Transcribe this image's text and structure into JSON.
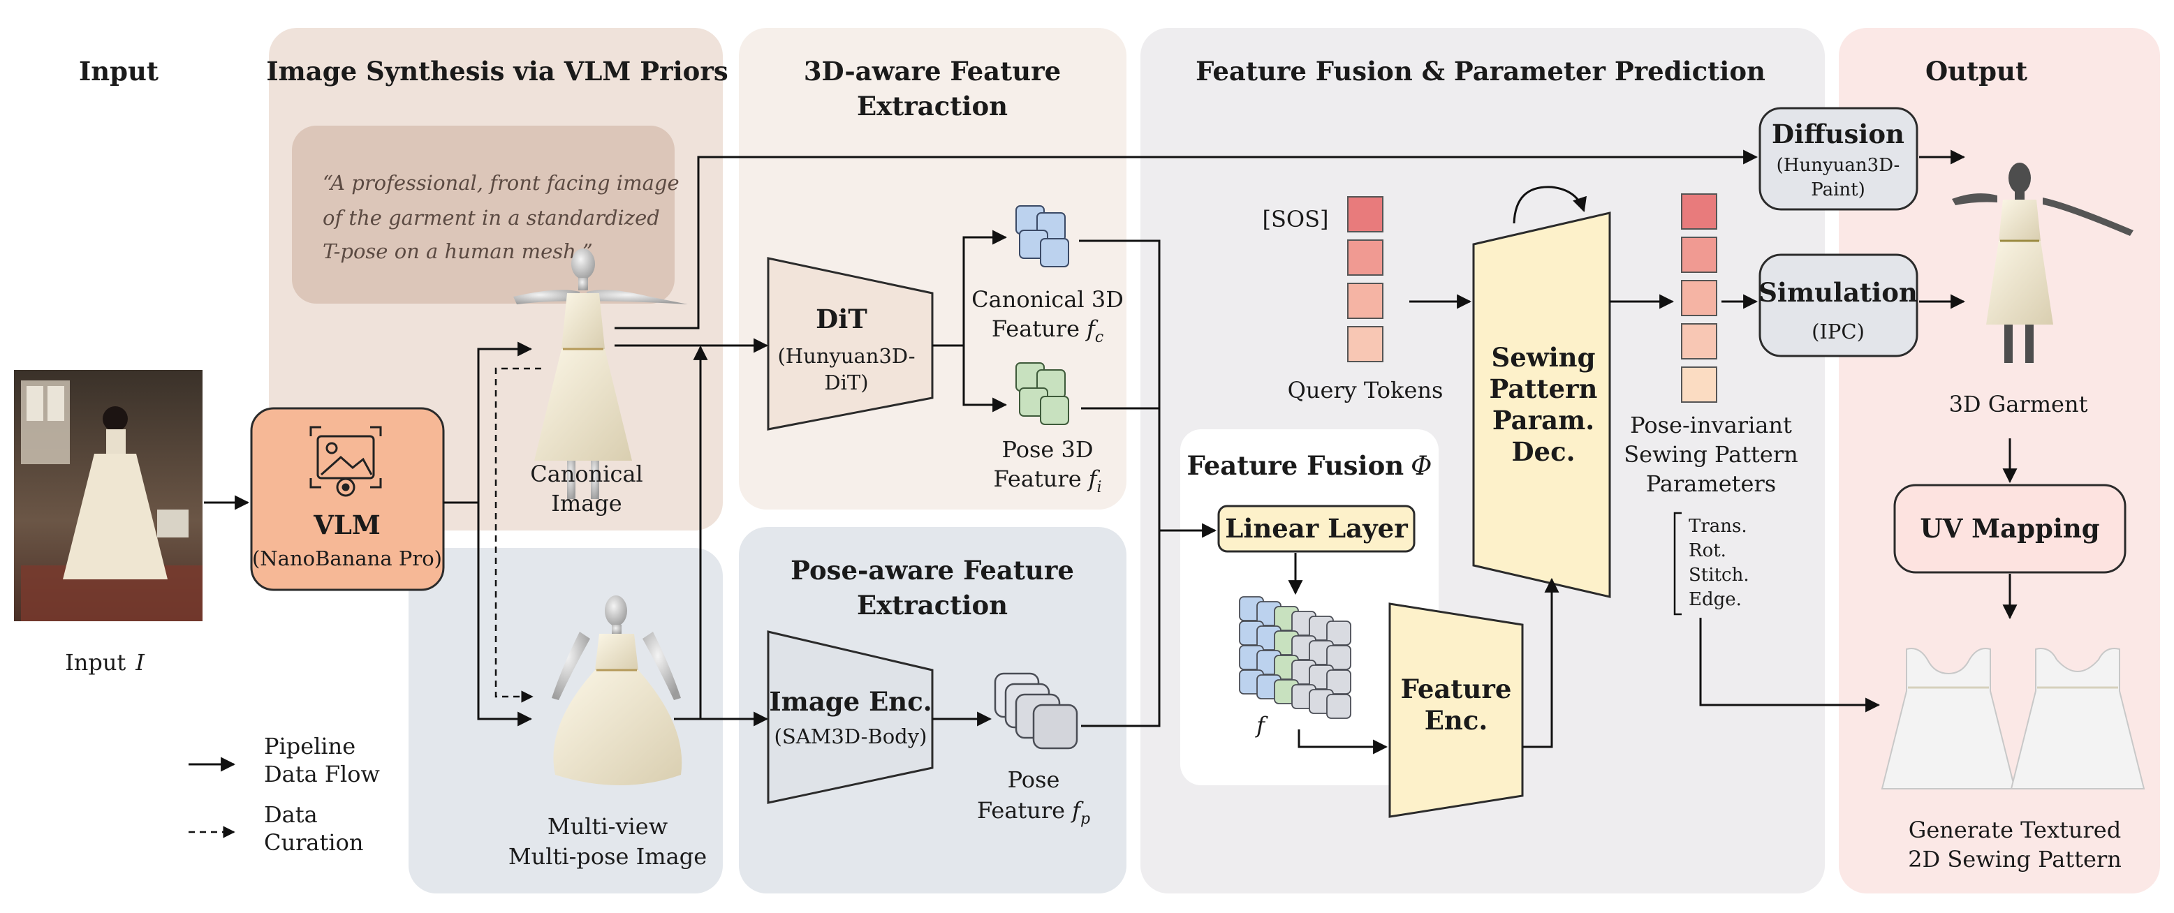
{
  "columns": {
    "input": "Input",
    "synthesis": "Image Synthesis via VLM Priors",
    "feat3d_line1": "3D-aware Feature",
    "feat3d_line2": "Extraction",
    "fusion": "Feature Fusion & Parameter Prediction",
    "output": "Output"
  },
  "prompt_lines": [
    "“A professional, front facing image",
    "of the garment in a standardized",
    "T-pose on a human mesh.”"
  ],
  "input_label": "Input",
  "input_var": "I",
  "vlm": {
    "title": "VLM",
    "subtitle": "(NanoBanana Pro)"
  },
  "canonical_image": {
    "line1": "Canonical",
    "line2": "Image"
  },
  "multiview_image": {
    "line1": "Multi-view",
    "line2": "Multi-pose Image"
  },
  "dit": {
    "title": "DiT",
    "sub1": "(Hunyuan3D-",
    "sub2": "DiT)"
  },
  "canonical_feature": {
    "line1": "Canonical 3D",
    "line2": "Feature",
    "var": "f",
    "sub": "c"
  },
  "pose3d_feature": {
    "line1": "Pose 3D",
    "line2": "Feature",
    "var": "f",
    "sub": "i"
  },
  "pose_aware": {
    "line1": "Pose-aware Feature",
    "line2": "Extraction"
  },
  "image_enc": {
    "title": "Image Enc.",
    "subtitle": "(SAM3D-Body)"
  },
  "pose_feature": {
    "line1": "Pose",
    "line2": "Feature",
    "var": "f",
    "sub": "p"
  },
  "sos_label": "[SOS]",
  "query_tokens": "Query Tokens",
  "feature_fusion": {
    "title": "Feature Fusion",
    "symbol": "Φ"
  },
  "linear_layer": "Linear Layer",
  "f_label": "f",
  "feature_enc": {
    "line1": "Feature",
    "line2": "Enc."
  },
  "decoder": {
    "line1": "Sewing",
    "line2": "Pattern",
    "line3": "Param.",
    "line4": "Dec."
  },
  "sewing_params": {
    "line1": "Pose-invariant",
    "line2": "Sewing Pattern",
    "line3": "Parameters"
  },
  "param_list": [
    "Trans.",
    "Rot.",
    "Stitch.",
    "Edge."
  ],
  "diffusion": {
    "title": "Diffusion",
    "sub1": "(Hunyuan3D-",
    "sub2": "Paint)"
  },
  "simulation": {
    "title": "Simulation",
    "sub": "(IPC)"
  },
  "garment_3d": "3D Garment",
  "uv_mapping": "UV Mapping",
  "textured_pattern": {
    "line1": "Generate Textured",
    "line2": "2D Sewing Pattern"
  },
  "legend": {
    "pipeline_line1": "Pipeline",
    "pipeline_line2": "Data Flow",
    "curation_line1": "Data",
    "curation_line2": "Curation"
  },
  "colors": {
    "synthesis_bg": "#efe2da",
    "feat3d_bg": "#f6efea",
    "pose_bg": "#e3e7ec",
    "fusion_bg": "#eeedef",
    "output_bg": "#fbe8e6",
    "vlm_fill": "#f6b896",
    "dit_fill": "#f2e4da",
    "enc_fill": "#dfe3e8",
    "decoder_fill": "#fdf1ca",
    "token_colors": [
      "#e87b7c",
      "#f09a92",
      "#f5b4a4",
      "#f8c7b4",
      "#fbdcc2"
    ]
  }
}
